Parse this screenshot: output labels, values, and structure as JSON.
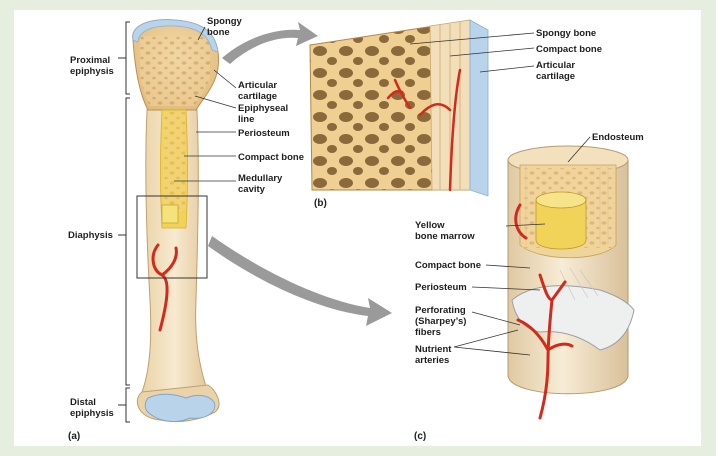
{
  "panels": {
    "a": "(a)",
    "b": "(b)",
    "c": "(c)"
  },
  "labels_a": {
    "proximal_epiphysis": [
      "Proximal",
      "epiphysis"
    ],
    "diaphysis": [
      "Diaphysis"
    ],
    "distal_epiphysis": [
      "Distal",
      "epiphysis"
    ],
    "spongy_bone": [
      "Spongy",
      "bone"
    ],
    "articular_cartilage": [
      "Articular",
      "cartilage"
    ],
    "epiphyseal_line": [
      "Epiphyseal",
      "line"
    ],
    "periosteum": [
      "Periosteum"
    ],
    "compact_bone": [
      "Compact bone"
    ],
    "medullary_cavity": [
      "Medullary",
      "cavity"
    ]
  },
  "labels_b": {
    "spongy_bone": [
      "Spongy bone"
    ],
    "compact_bone": [
      "Compact bone"
    ],
    "articular_cartilage": [
      "Articular",
      "cartilage"
    ]
  },
  "labels_c": {
    "endosteum": [
      "Endosteum"
    ],
    "yellow_bone_marrow": [
      "Yellow",
      "bone marrow"
    ],
    "compact_bone": [
      "Compact bone"
    ],
    "periosteum": [
      "Periosteum"
    ],
    "perforating_fibers": [
      "Perforating",
      "(Sharpey’s)",
      "fibers"
    ],
    "nutrient_arteries": [
      "Nutrient",
      "arteries"
    ]
  },
  "colors": {
    "background": "#e6eedf",
    "bone": "#f1dcb4",
    "spongy": "#e8c98e",
    "marrow": "#f2d35a",
    "cartilage": "#b8d3ea",
    "artery": "#d32a1c",
    "arrow": "#9a9a9a"
  }
}
